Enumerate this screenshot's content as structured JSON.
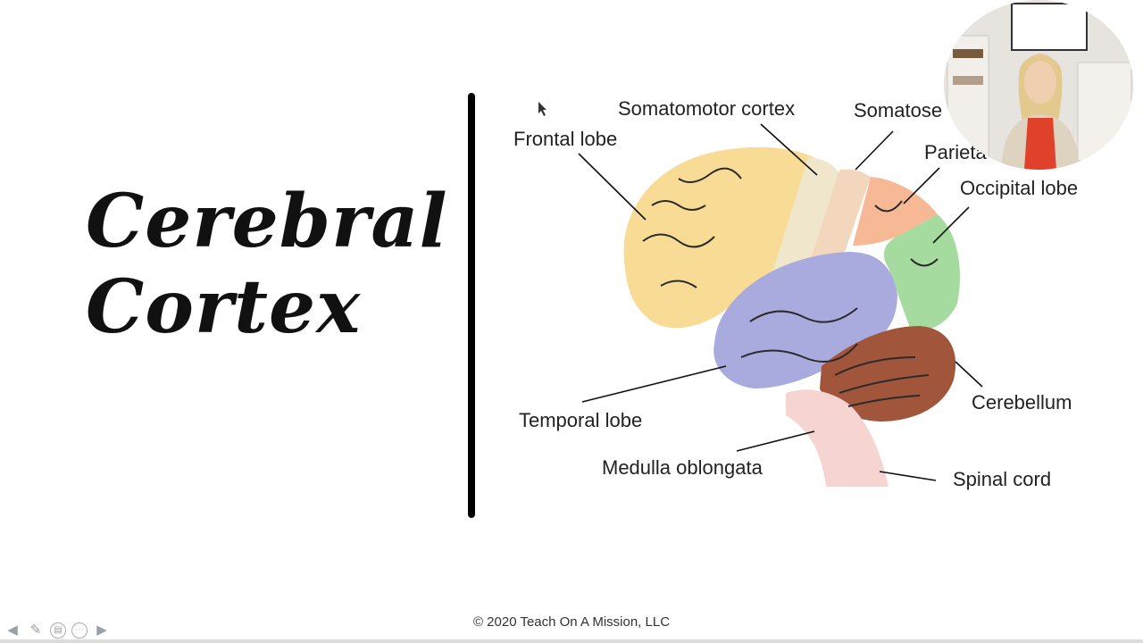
{
  "slide": {
    "title_line1": "Cerebral",
    "title_line2": "Cortex"
  },
  "diagram": {
    "labels": {
      "somatomotor": "Somatomotor cortex",
      "somatosensory": "Somatose",
      "frontal": "Frontal lobe",
      "parietal": "Parieta",
      "occipital": "Occipital lobe",
      "temporal": "Temporal lobe",
      "cerebellum": "Cerebellum",
      "medulla": "Medulla oblongata",
      "spinal": "Spinal cord"
    },
    "colors": {
      "frontal": "#f8dc95",
      "somatomotor": "#efe6cc",
      "somatosensory": "#f3d7bd",
      "parietal": "#f7b896",
      "occipital": "#a6dba0",
      "temporal": "#a9abdf",
      "cerebellum": "#a1553a",
      "brainstem": "#f6d4d2"
    }
  },
  "footer": {
    "copyright": "© 2020 Teach On A Mission, LLC"
  },
  "controls": {
    "prev_icon": "◀",
    "pen_icon": "✎",
    "slides_icon": "▤",
    "more_icon": "⋯",
    "next_icon": "▶"
  }
}
